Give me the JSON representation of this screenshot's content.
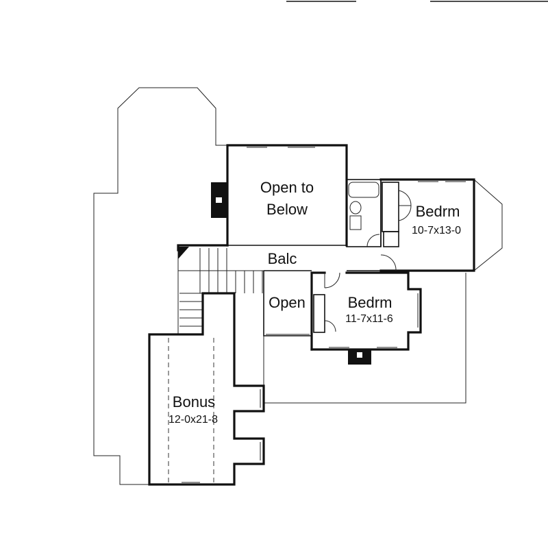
{
  "rooms": {
    "open_to_below": {
      "line1": "Open to",
      "line2": "Below"
    },
    "bedroom_upper": {
      "name": "Bedrm",
      "size": "10-7x13-0"
    },
    "balcony": {
      "name": "Balc"
    },
    "open": {
      "name": "Open"
    },
    "bedroom_lower": {
      "name": "Bedrm",
      "size": "11-7x11-6"
    },
    "bonus": {
      "name": "Bonus",
      "size": "12-0x21-8"
    }
  },
  "colors": {
    "line": "#111111",
    "background": "#ffffff"
  }
}
